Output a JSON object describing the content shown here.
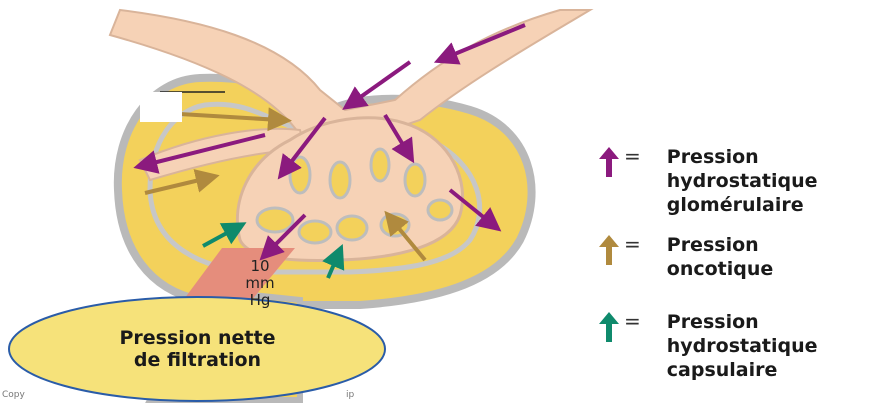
{
  "filtration_box": {
    "value": "10",
    "unit_line1": "mm",
    "unit_line2": "Hg"
  },
  "net_pressure": {
    "line1": "Pression nette",
    "line2": "de filtration"
  },
  "copyright_fragment": "Copy",
  "copyright_fragment_end": "ip",
  "legend": [
    {
      "label": "Pression\nhydrostatique\nglomérulaire",
      "color": "#8b1a7e",
      "eq": "="
    },
    {
      "label": "Pression\noncotique",
      "color": "#b08a3e",
      "eq": "="
    },
    {
      "label": "Pression\nhydrostatique\ncapsulaire",
      "color": "#0f8a6c",
      "eq": "="
    }
  ],
  "colors": {
    "capsule_fill": "#f3d15b",
    "capsule_wall": "#b9b9b9",
    "vessel": "#f6d2b6",
    "filtration_box": "#e58d7c",
    "ellipse_fill": "#f6e27a",
    "ellipse_stroke": "#2a5ca8"
  }
}
